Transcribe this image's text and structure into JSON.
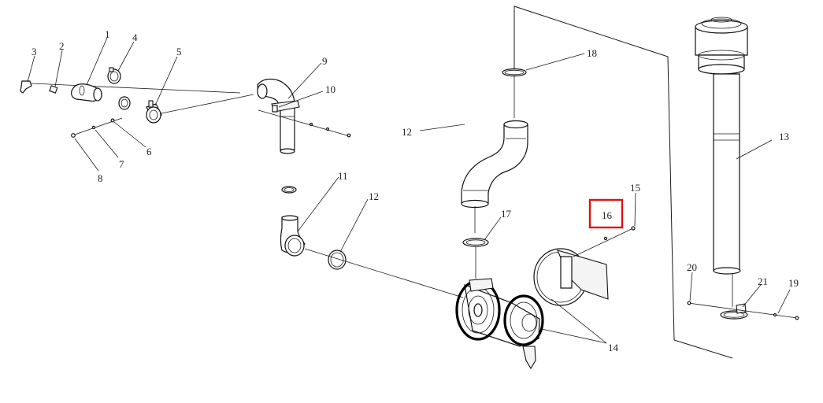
{
  "callouts": {
    "c1": "1",
    "c2": "2",
    "c3": "3",
    "c4": "4",
    "c5": "5",
    "c6": "6",
    "c7": "7",
    "c8": "8",
    "c9": "9",
    "c10": "10",
    "c11": "11",
    "c12a": "12",
    "c12b": "12",
    "c13": "13",
    "c14": "14",
    "c15": "15",
    "c16": "16",
    "c17": "17",
    "c18": "18",
    "c19": "19",
    "c20": "20",
    "c21": "21"
  },
  "highlight": {
    "target": "16",
    "color": "#e01010"
  }
}
